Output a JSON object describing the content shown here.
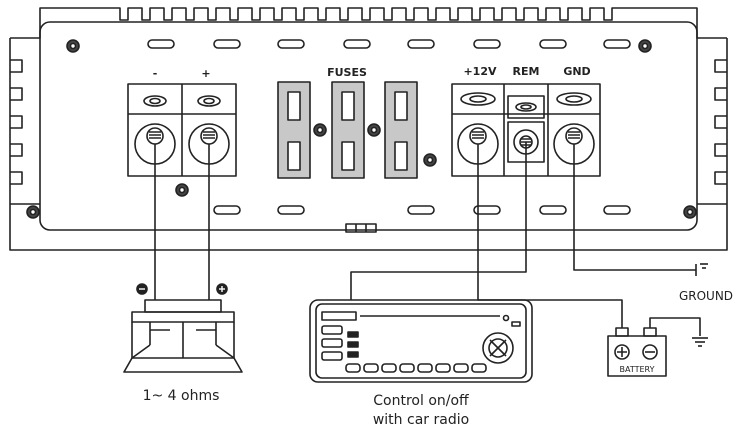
{
  "labels": {
    "minus": "-",
    "plus": "+",
    "fuses": "FUSES",
    "power": "+12V",
    "remote": "REM",
    "ground_terminal": "GND",
    "ground": "GROUND",
    "battery": "BATTERY",
    "speaker_caption": "1~ 4 ohms",
    "radio_caption_line1": "Control on/off",
    "radio_caption_line2": "with car radio"
  },
  "colors": {
    "line": "#222222",
    "fuse_fill": "#c8c8c8",
    "panel_fill": "#ffffff"
  }
}
